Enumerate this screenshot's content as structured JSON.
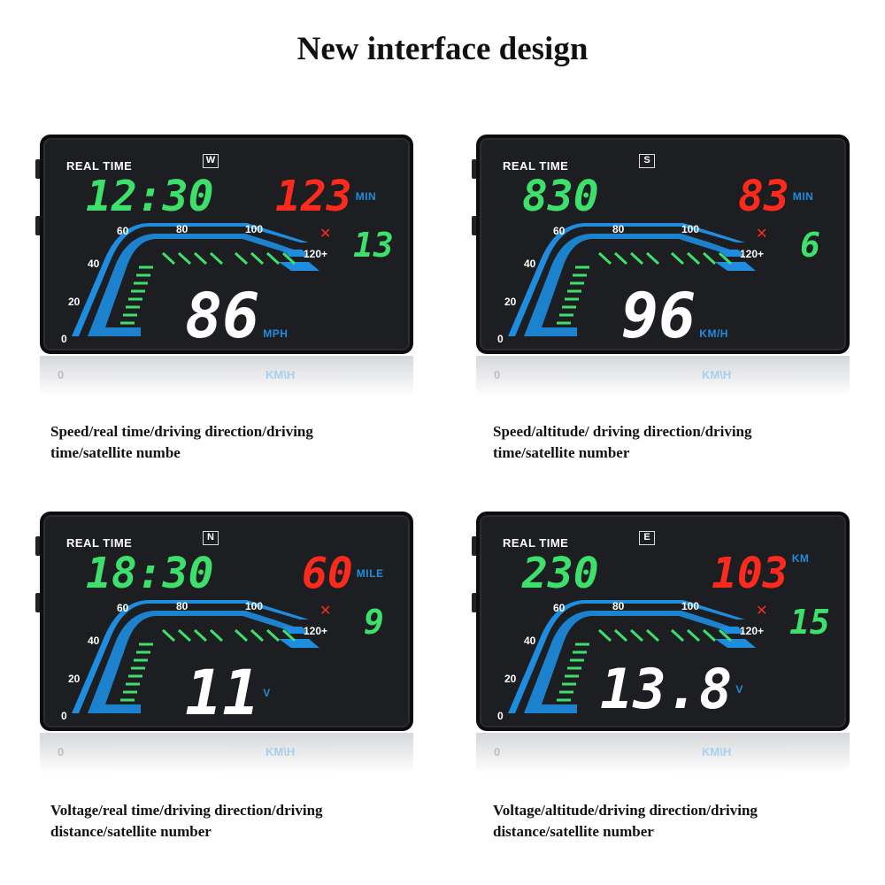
{
  "title": "New interface design",
  "colors": {
    "digits_green": "#3ee06c",
    "digits_red": "#ff2a1e",
    "accent_blue": "#1e8de0",
    "panel": "#1c1e21"
  },
  "scale_ticks": [
    "0",
    "20",
    "40",
    "60",
    "80",
    "100",
    "120+"
  ],
  "real_time_label": "REAL TIME",
  "reflection_unit": "KM\\H",
  "reflection_zero": "0",
  "panels": [
    {
      "direction": "W",
      "left_value": "12:30",
      "right_value": "123",
      "right_unit": "MIN",
      "satellites": "13",
      "main_value": "86",
      "main_unit": "MPH",
      "caption": [
        "Speed/real time/driving direction/driving",
        "time/satellite numbe"
      ]
    },
    {
      "direction": "S",
      "left_value": "830",
      "right_value": "83",
      "right_unit": "MIN",
      "satellites": "6",
      "main_value": "96",
      "main_unit": "KM/H",
      "caption": [
        "Speed/altitude/ driving direction/driving",
        "time/satellite number"
      ]
    },
    {
      "direction": "N",
      "left_value": "18:30",
      "right_value": "60",
      "right_unit": "MILE",
      "satellites": "9",
      "main_value": "11",
      "main_unit": "V",
      "caption": [
        "Voltage/real time/driving direction/driving",
        "distance/satellite number"
      ]
    },
    {
      "direction": "E",
      "left_value": "230",
      "right_value": "103",
      "right_unit": "KM",
      "satellites": "15",
      "main_value": "13.8",
      "main_unit": "V",
      "caption": [
        "Voltage/altitude/driving direction/driving",
        "distance/satellite number"
      ]
    }
  ]
}
